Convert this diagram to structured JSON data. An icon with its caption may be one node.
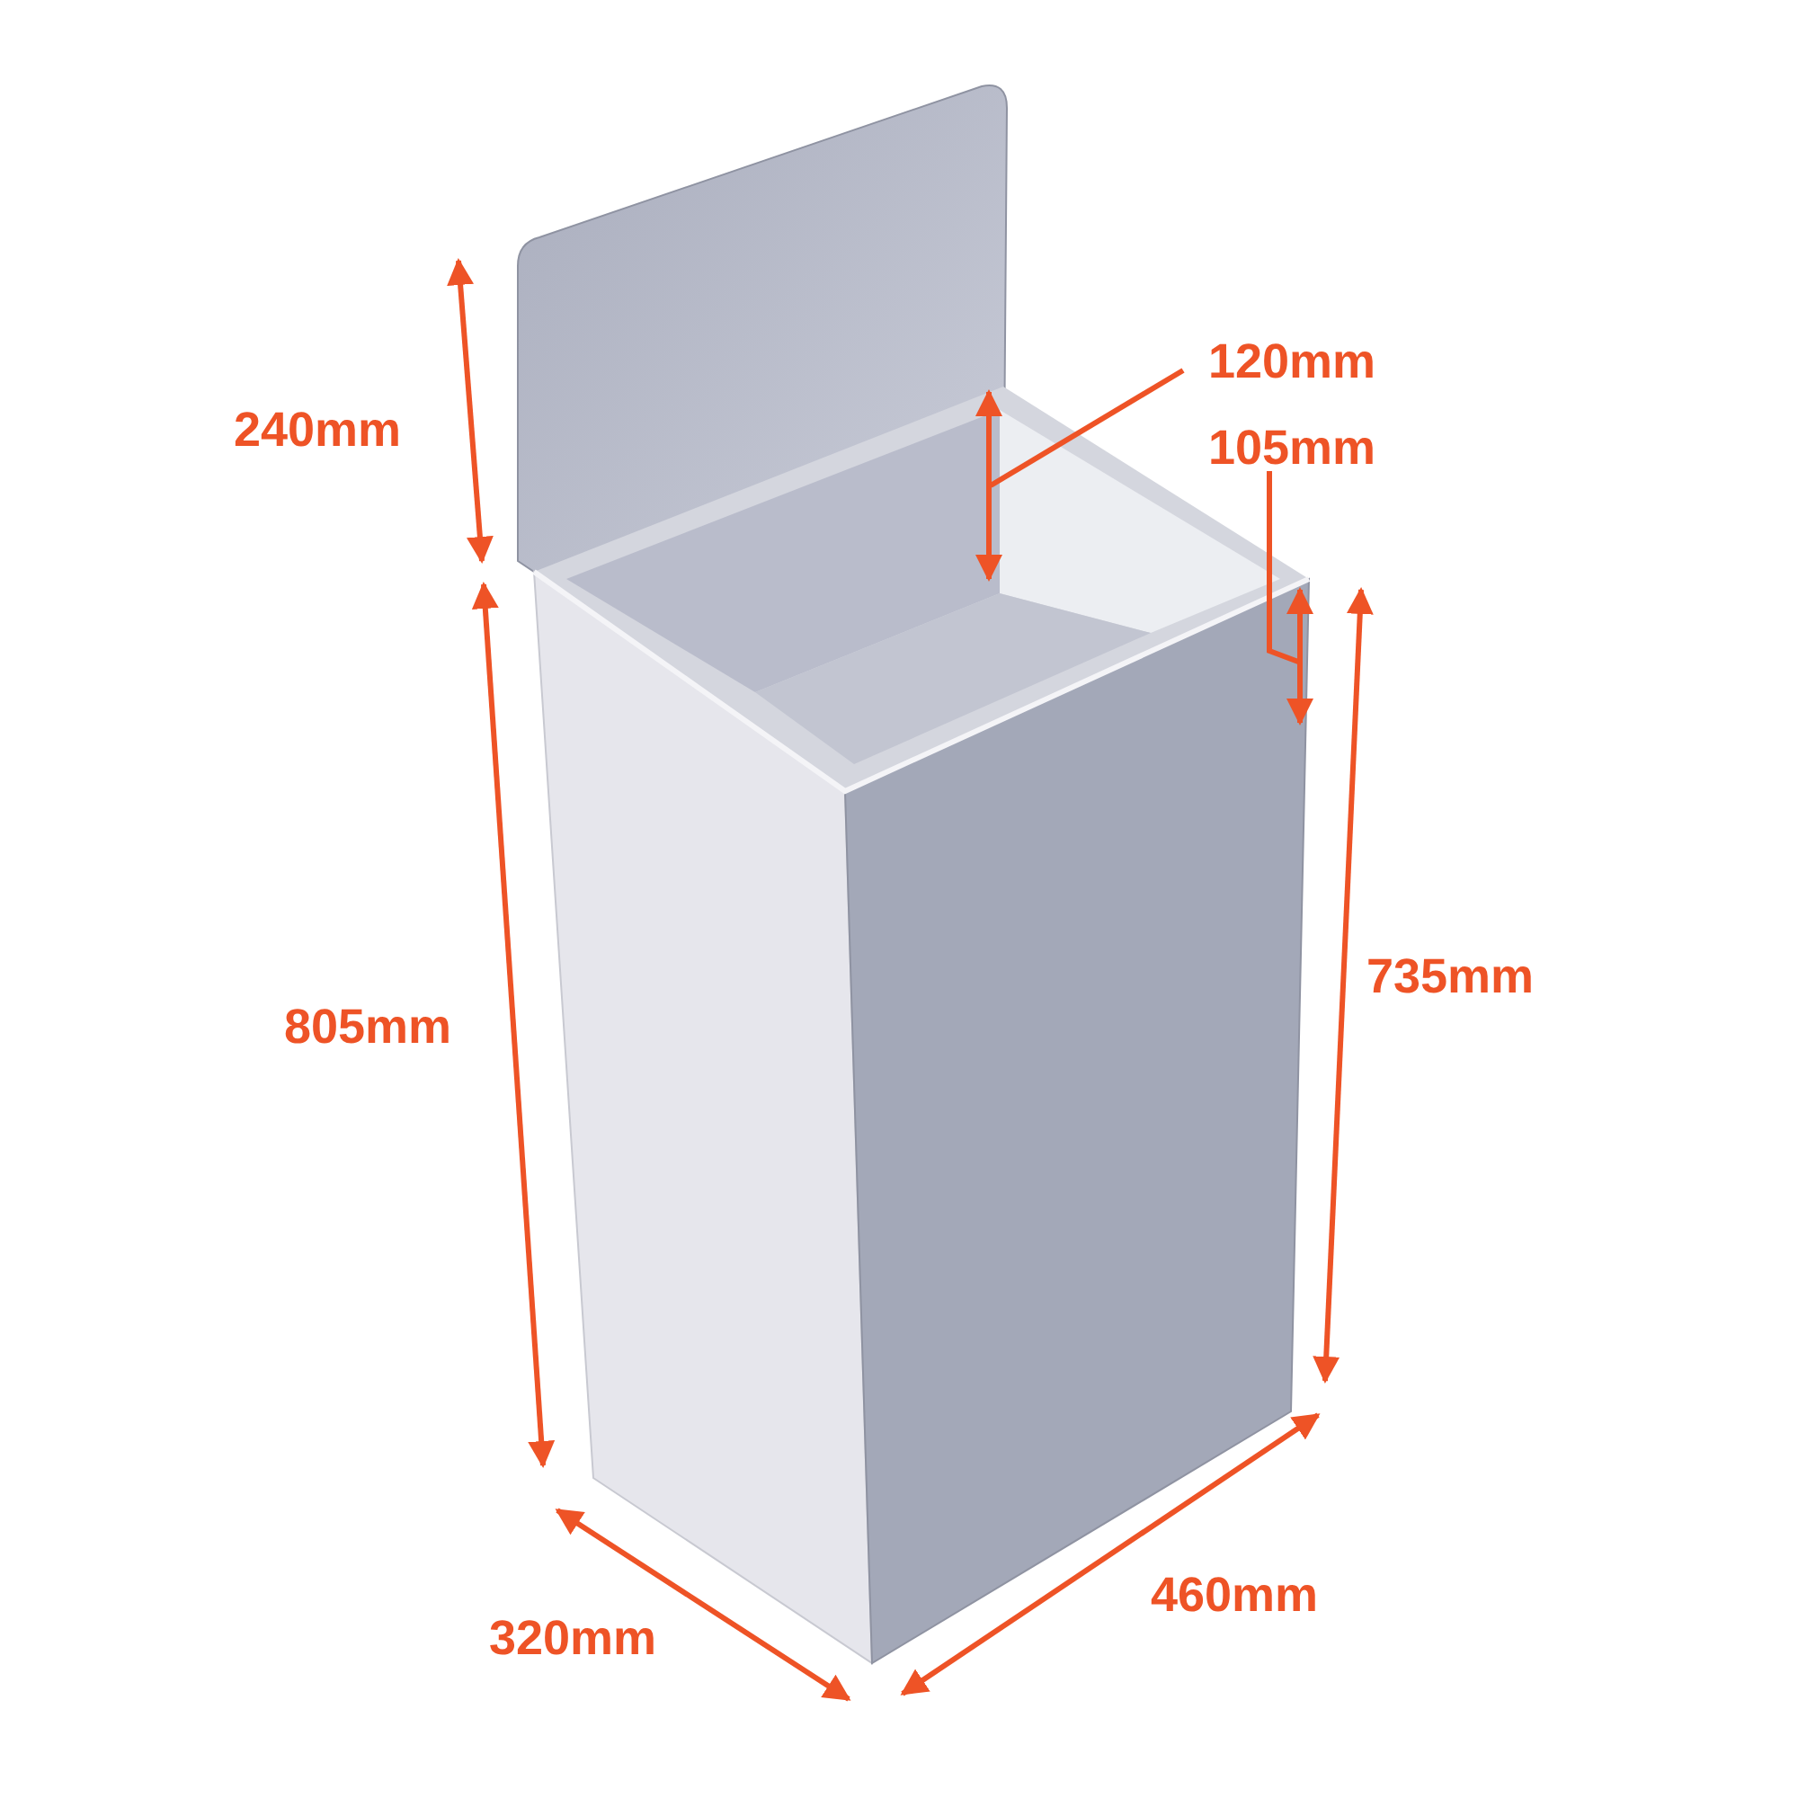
{
  "diagram": {
    "nodes": [
      {
        "text": [
          "120mm"
        ]
      },
      {
        "text": [
          "105mm"
        ]
      }
    ],
    "edges": [
      {
        "from": 0,
        "to": null,
        "arrow": "none"
      },
      {
        "from": 1,
        "to": null,
        "arrow": "none"
      }
    ],
    "labels": [
      "240mm",
      "805mm",
      "735mm",
      "320mm",
      "460mm"
    ]
  }
}
